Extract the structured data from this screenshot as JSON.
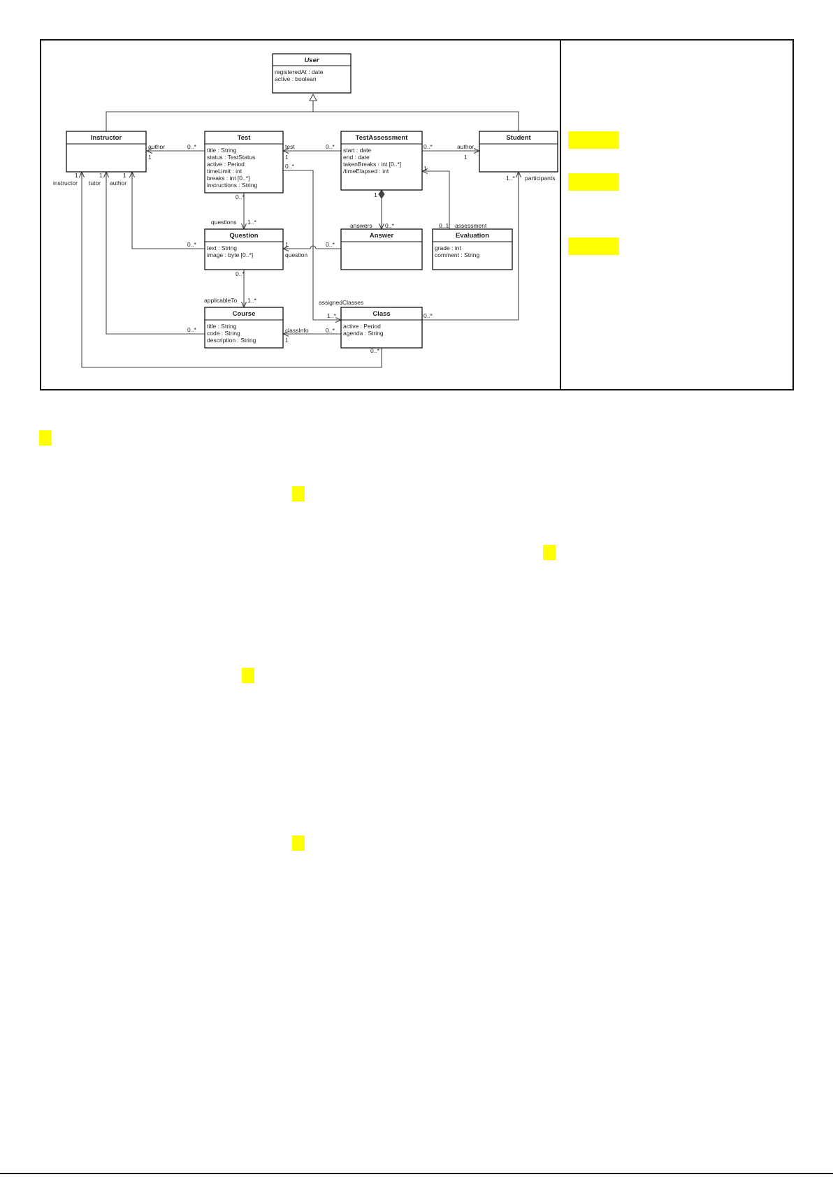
{
  "classes": {
    "user": {
      "name": "User",
      "attrs": [
        "registeredAt : date",
        "active : boolean"
      ]
    },
    "instructor": {
      "name": "Instructor",
      "attrs": []
    },
    "test": {
      "name": "Test",
      "attrs": [
        "title : String",
        "status : TestStatus",
        "active : Period",
        "timeLimit : int",
        "breaks : int [0..*]",
        "instructions : String"
      ]
    },
    "testassessment": {
      "name": "TestAssessment",
      "attrs": [
        "start : date",
        "end : date",
        "takenBreaks : int [0..*]",
        "/timeElapsed : int"
      ]
    },
    "student": {
      "name": "Student",
      "attrs": []
    },
    "question": {
      "name": "Question",
      "attrs": [
        "text : String",
        "image : byte [0..*]"
      ]
    },
    "answer": {
      "name": "Answer",
      "attrs": []
    },
    "evaluation": {
      "name": "Evaluation",
      "attrs": [
        "grade : int",
        "comment : String"
      ]
    },
    "course": {
      "name": "Course",
      "attrs": [
        "title : String",
        "code : String",
        "description : String"
      ]
    },
    "class": {
      "name": "Class",
      "attrs": [
        "active : Period",
        "agenda : String"
      ]
    }
  },
  "labels": {
    "inst_test_role": "author",
    "inst_test_m_inst": "1",
    "inst_test_m_test": "0..*",
    "test_ta_role": "test",
    "test_ta_m_test": "1",
    "test_ta_m_ta": "0..*",
    "ta_student_role": "author",
    "ta_student_m_ta": "0..*",
    "ta_student_m_student": "1",
    "instructor_role": "instructor",
    "instructor_m": "1",
    "tutor_role": "tutor",
    "tutor_m": "1",
    "author_role": "author",
    "author_m": "1",
    "test_question_m_test": "0..*",
    "test_question_role": "questions",
    "test_question_m_q": "1..*",
    "ta_answer_m_ta": "1",
    "ta_answer_role": "answers",
    "ta_answer_m_a": "0..*",
    "ta_eval_m_ta": "1",
    "ta_eval_m_e": "0..1",
    "ta_eval_role": "assessment",
    "question_author_m": "0..*",
    "answer_question_m_q": "1",
    "answer_question_role": "question",
    "answer_question_m_a": "0..*",
    "question_course_m_q": "0..*",
    "question_course_role": "applicableTo",
    "question_course_m_c": "1..*",
    "test_class_m_test": "0..*",
    "test_class_role": "assignedClasses",
    "test_class_m_c": "1..*",
    "course_tutor_m": "0..*",
    "course_class_role": "classInfo",
    "course_class_m_course": "1",
    "course_class_m_class": "0..*",
    "class_student_m_class": "0..*",
    "class_student_m_student": "1..*",
    "class_student_role": "participants",
    "class_instructor_m": "0..*"
  }
}
